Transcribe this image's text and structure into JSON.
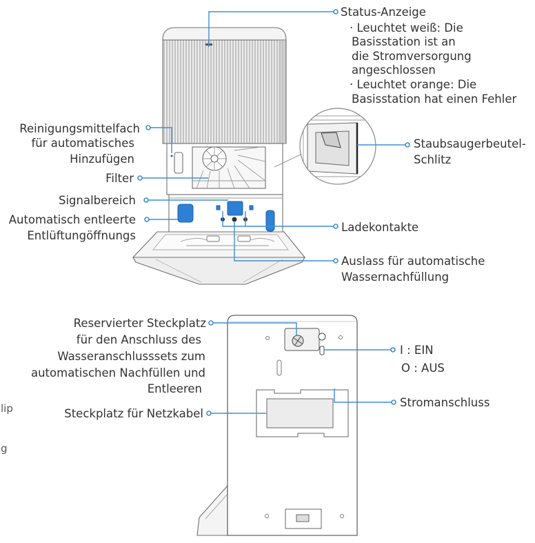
{
  "status": {
    "title": "Status-Anzeige",
    "lines": [
      "· Leuchtet weiß: Die",
      "Basisstation ist an",
      "die Stromversorgung",
      "angeschlossen",
      "· Leuchtet orange: Die",
      "Basisstation hat einen Fehler"
    ]
  },
  "dust_bag_slot": {
    "lines": [
      "Staubsaugerbeutel-",
      "Schlitz"
    ]
  },
  "detergent_compartment": {
    "lines": [
      "Reinigungsmittelfach",
      "für automatisches",
      "Hinzufügen"
    ]
  },
  "filter": {
    "label": "Filter"
  },
  "signal_area": {
    "label": "Signalbereich"
  },
  "vents": {
    "lines": [
      "Automatisch entleerte",
      "Entlüftungöffnungs"
    ]
  },
  "charging_contacts": {
    "label": "Ladekontakte"
  },
  "water_outlet": {
    "lines": [
      "Auslass für automatische",
      "Wassernachfüllung"
    ]
  },
  "reserved_slot": {
    "lines": [
      "Reservierter Steckplatz",
      "für den Anschluss des",
      "Wasseranschlusssets zum",
      "automatischen Nachfüllen und",
      "Entleeren"
    ]
  },
  "cut_off_text": [
    "lip",
    "g"
  ],
  "power_cable_slot": {
    "label": "Steckplatz für Netzkabel"
  },
  "power_switch": {
    "lines": [
      "I : EIN",
      "O : AUS"
    ]
  },
  "power_port": {
    "label": "Stromanschluss"
  },
  "colors": {
    "leader_line": "#3b8fd6",
    "highlight_blue": "#2f80d4",
    "text": "#333333"
  }
}
